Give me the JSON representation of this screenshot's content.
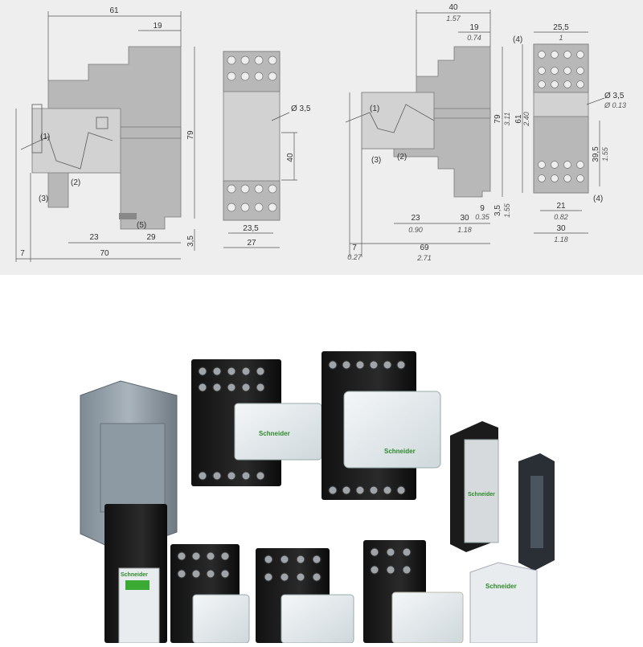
{
  "drawing_left": {
    "side_dims": {
      "width_top": "61",
      "width_top2": "19",
      "height": "79",
      "bottom_a": "23",
      "bottom_b": "29",
      "offset": "7",
      "total": "70",
      "foot": "3,5"
    },
    "front_dims": {
      "hole": "Ø 3,5",
      "pitch": "40",
      "inner": "23,5",
      "width": "27"
    },
    "callouts": [
      "(1)",
      "(2)",
      "(3)",
      "(5)"
    ]
  },
  "drawing_right": {
    "side_dims": {
      "top_mm": "40",
      "top_in": "1.57",
      "top2_mm": "19",
      "top2_in": "0.74",
      "h_mm": "79",
      "h_in": "3.11",
      "b1_mm": "23",
      "b1_in": "0.90",
      "b2_mm": "30",
      "b2_in": "1.18",
      "foot_mm": "9",
      "foot_in": "0.35",
      "off_mm": "7",
      "off_in": "0.27",
      "total_mm": "69",
      "total_in": "2.71",
      "side_mm": "3,5",
      "side_in": "1.55"
    },
    "front_dims": {
      "w_mm": "25,5",
      "w_in": "1",
      "hole_mm": "Ø 3,5",
      "hole_in": "Ø 0.13",
      "h_mm": "61",
      "h_in": "2.40",
      "pitch_mm": "39,5",
      "pitch_in": "1.55",
      "inner_mm": "21",
      "inner_in": "0.82",
      "width_mm": "30",
      "width_in": "1.18"
    },
    "callouts": [
      "(1)",
      "(2)",
      "(3)",
      "(4)",
      "(4)"
    ]
  },
  "photo": {
    "brand": "Schneider"
  },
  "colors": {
    "panel": "#eeeeee",
    "base_black": "#1c1c1c",
    "relay_clear": "#e8eef0",
    "accent_green": "#3aaa35"
  }
}
